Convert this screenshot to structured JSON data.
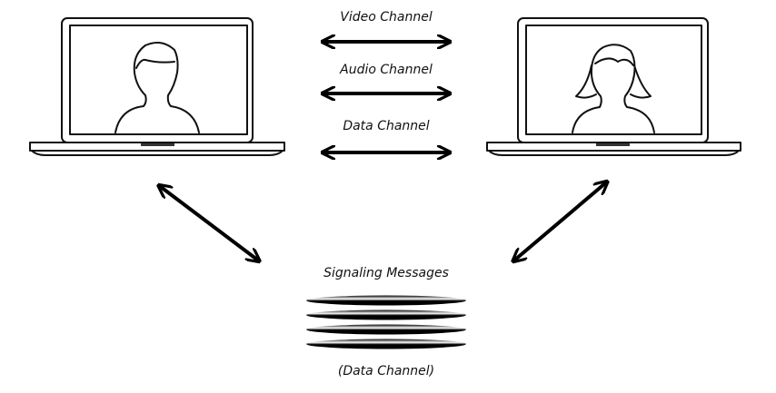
{
  "diagram": {
    "channels": [
      {
        "label": "Video Channel"
      },
      {
        "label": "Audio Channel"
      },
      {
        "label": "Data Channel"
      }
    ],
    "signaling": {
      "title": "Signaling Messages",
      "subtitle": "(Data Channel)",
      "message_count": 4
    },
    "peers": [
      {
        "icon": "laptop-man-icon"
      },
      {
        "icon": "laptop-woman-icon"
      }
    ]
  }
}
